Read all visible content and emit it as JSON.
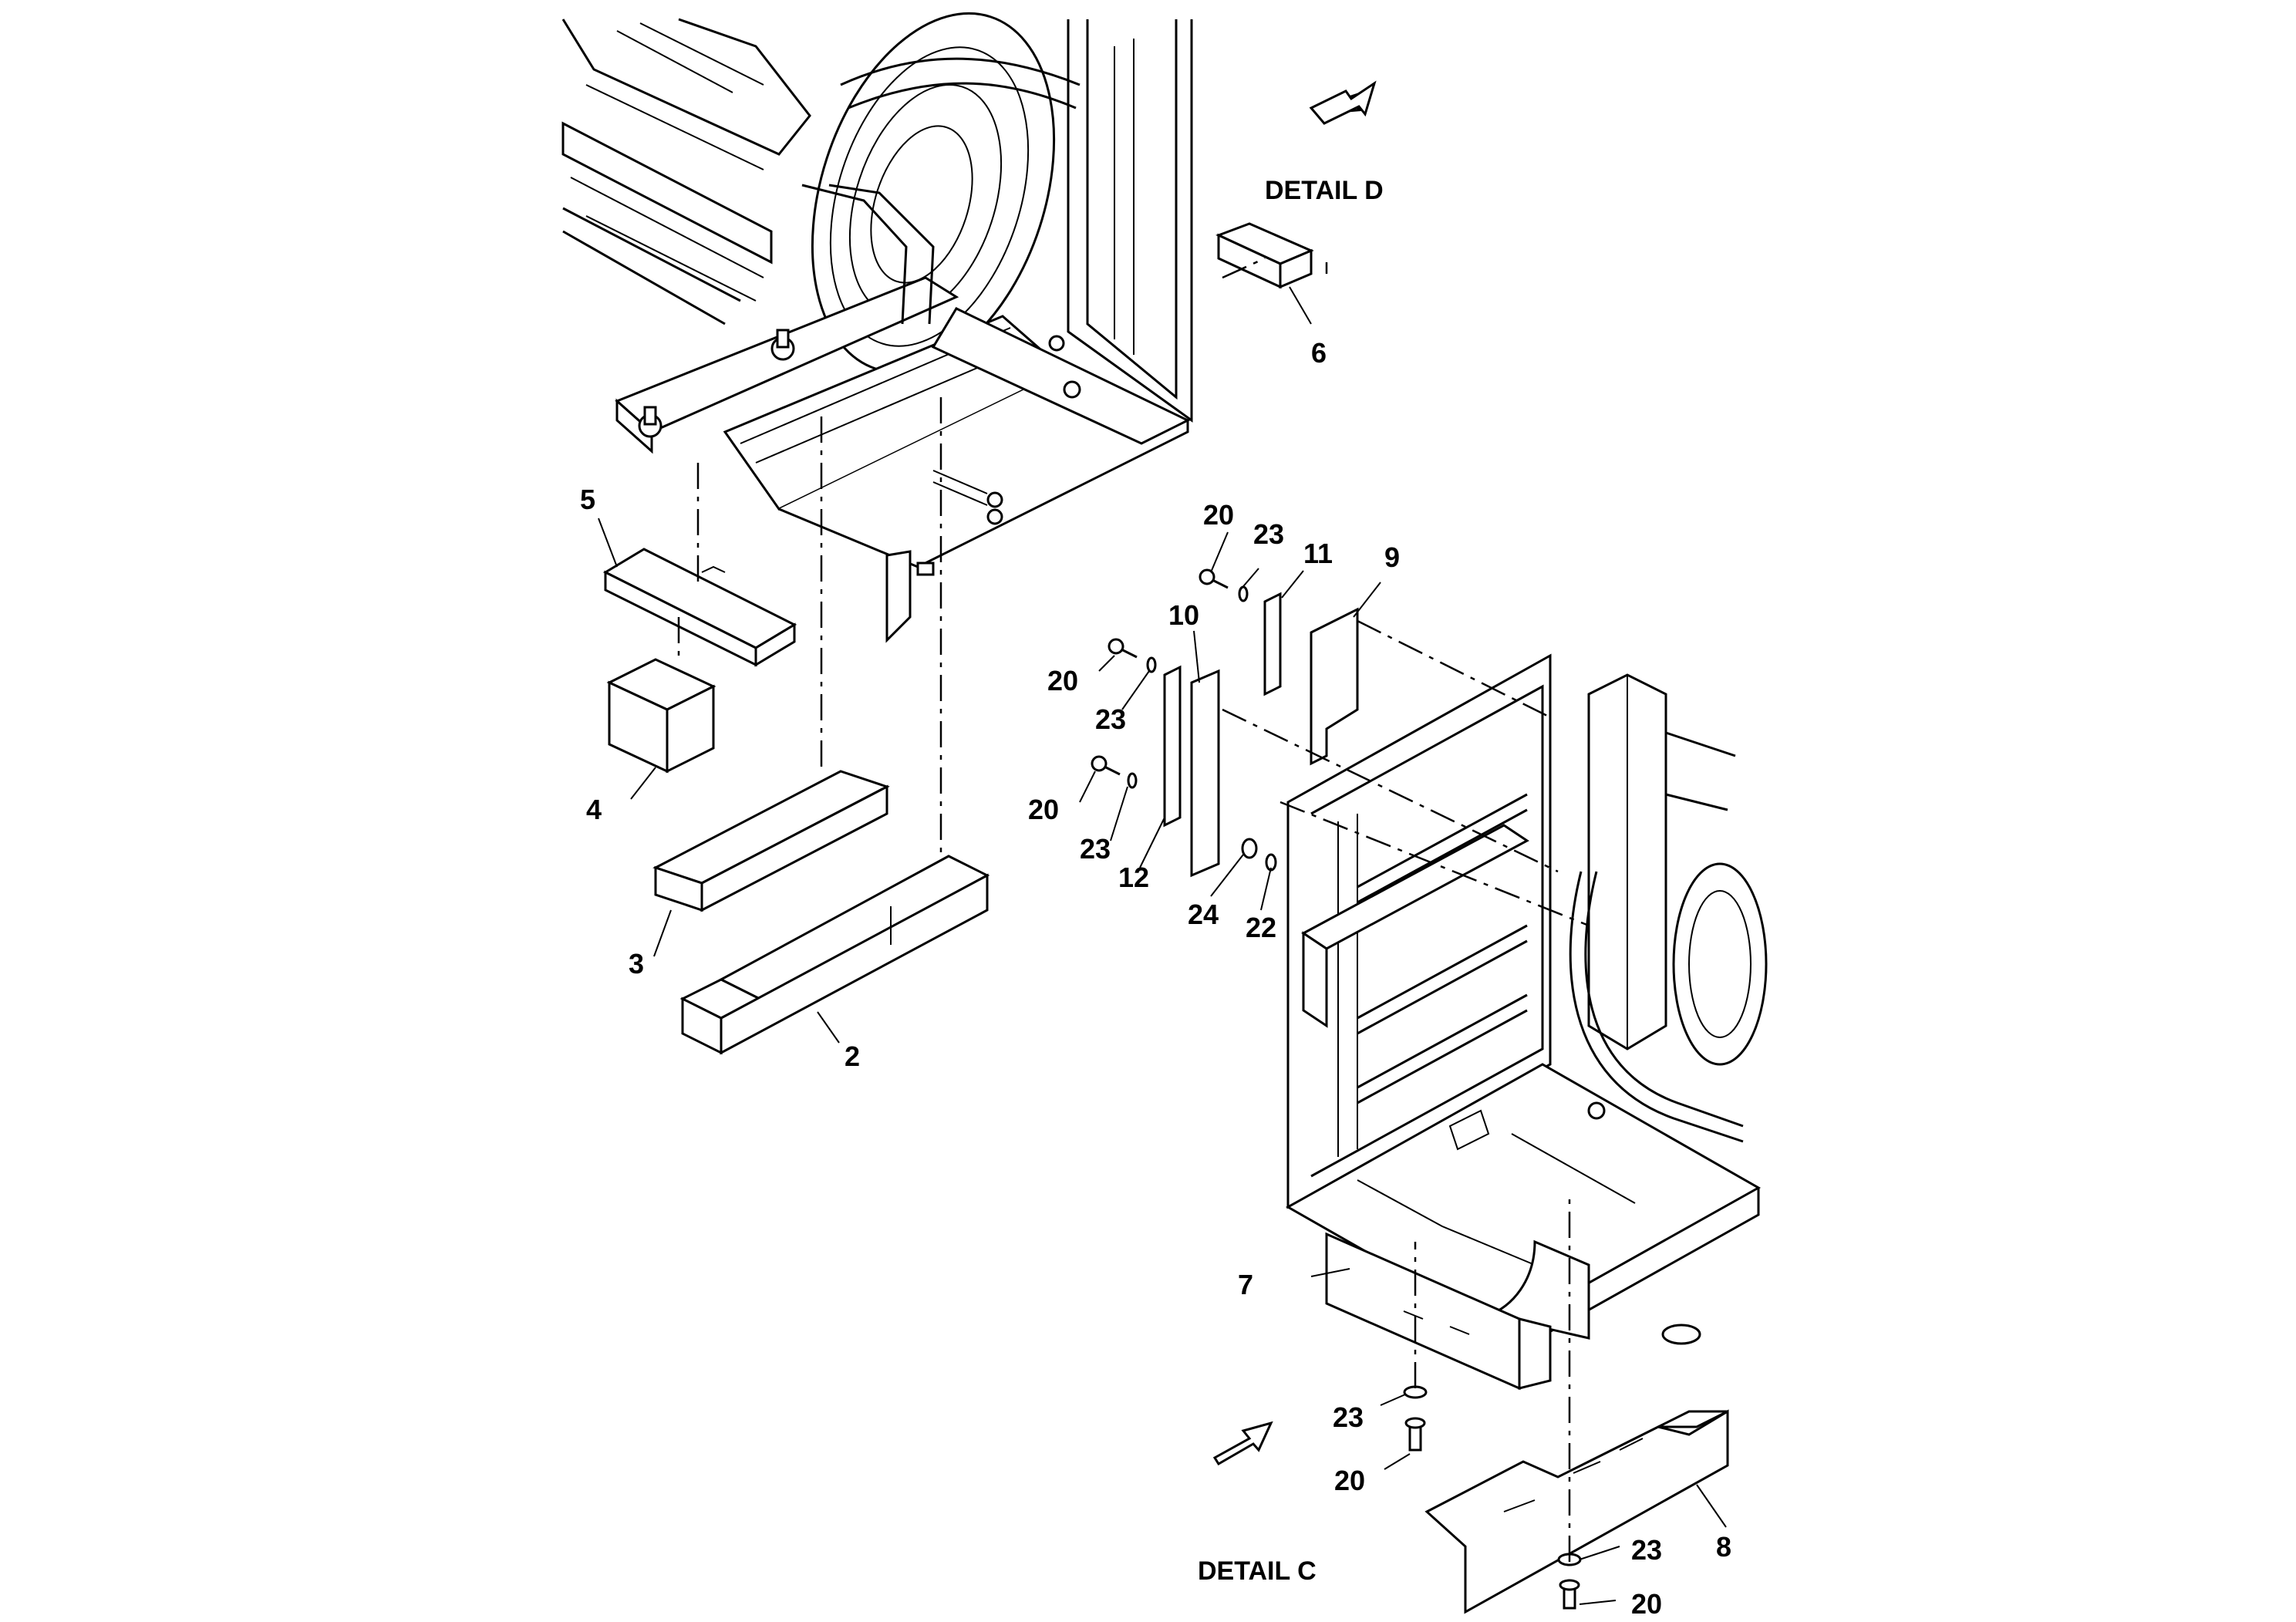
{
  "details": {
    "detail_d": "DETAIL D",
    "detail_c": "DETAIL C"
  },
  "callouts": [
    {
      "id": "c2",
      "text": "2"
    },
    {
      "id": "c3",
      "text": "3"
    },
    {
      "id": "c4",
      "text": "4"
    },
    {
      "id": "c5",
      "text": "5"
    },
    {
      "id": "c6",
      "text": "6"
    },
    {
      "id": "c7",
      "text": "7"
    },
    {
      "id": "c8",
      "text": "8"
    },
    {
      "id": "c9",
      "text": "9"
    },
    {
      "id": "c10",
      "text": "10"
    },
    {
      "id": "c11",
      "text": "11"
    },
    {
      "id": "c12",
      "text": "12"
    },
    {
      "id": "c20a",
      "text": "20"
    },
    {
      "id": "c20b",
      "text": "20"
    },
    {
      "id": "c20c",
      "text": "20"
    },
    {
      "id": "c20d",
      "text": "20"
    },
    {
      "id": "c20e",
      "text": "20"
    },
    {
      "id": "c22",
      "text": "22"
    },
    {
      "id": "c23a",
      "text": "23"
    },
    {
      "id": "c23b",
      "text": "23"
    },
    {
      "id": "c23c",
      "text": "23"
    },
    {
      "id": "c23d",
      "text": "23"
    },
    {
      "id": "c23e",
      "text": "23"
    },
    {
      "id": "c24",
      "text": "24"
    }
  ]
}
